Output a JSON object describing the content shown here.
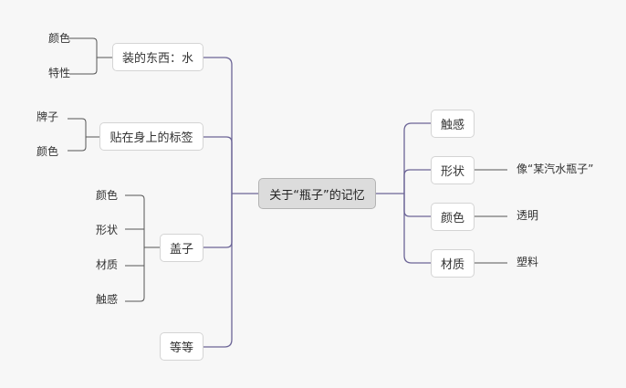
{
  "mindmap": {
    "root": {
      "label": "关于“瓶子”的记忆"
    },
    "left": [
      {
        "label": "装的东西：水",
        "children": [
          "颜色",
          "特性"
        ]
      },
      {
        "label": "贴在身上的标签",
        "children": [
          "牌子",
          "颜色"
        ]
      },
      {
        "label": "盖子",
        "children": [
          "颜色",
          "形状",
          "材质",
          "触感"
        ]
      },
      {
        "label": "等等",
        "children": []
      }
    ],
    "right": [
      {
        "label": "触感",
        "note": ""
      },
      {
        "label": "形状",
        "note": "像“某汽水瓶子”"
      },
      {
        "label": "颜色",
        "note": "透明"
      },
      {
        "label": "材质",
        "note": "塑料"
      }
    ]
  },
  "colors": {
    "background": "#f7f7f7",
    "main_connector": "#6b6496",
    "sub_connector": "#555555",
    "node_border": "#d4d4d4",
    "root_fill": "#dcdcdc"
  }
}
